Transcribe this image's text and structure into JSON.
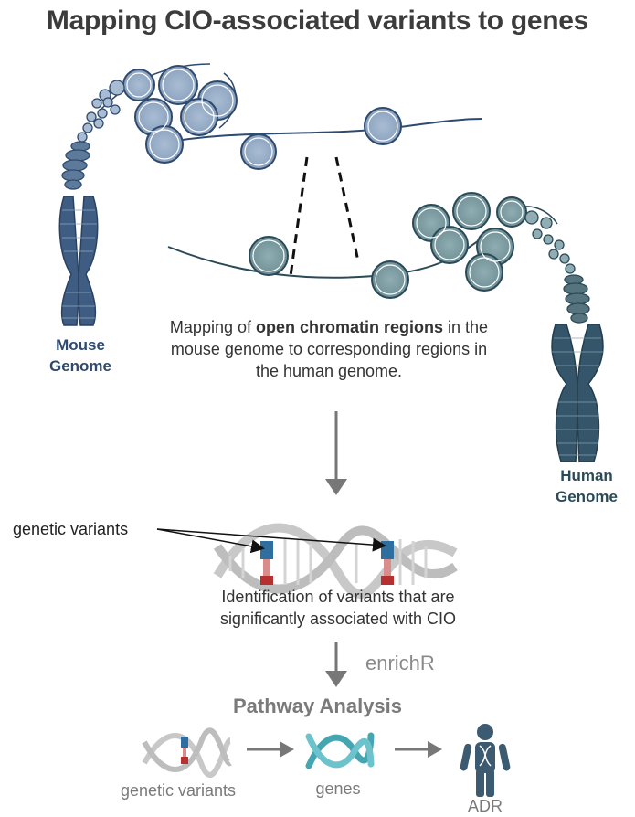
{
  "title": "Mapping CIO-associated variants to genes",
  "mouse_genome": {
    "line1": "Mouse",
    "line2": "Genome"
  },
  "human_genome": {
    "line1": "Human",
    "line2": "Genome"
  },
  "mapping_caption": {
    "line1_pre": "Mapping of ",
    "line1_bold": "open chromatin regions",
    "line1_post": " in the",
    "line2": "mouse genome to corresponding regions in",
    "line3": "the human genome."
  },
  "genetic_variants_label": "genetic variants",
  "identification_caption": {
    "line1": "Identification of variants that are",
    "line2": "significantly associated with CIO"
  },
  "enrichr_label": "enrichR",
  "pathway_title": "Pathway Analysis",
  "flow": {
    "step1": "genetic variants",
    "step2": "genes",
    "step3": "ADR"
  },
  "colors": {
    "mouse_chromosome": "#3f5d82",
    "human_chromosome": "#34556a",
    "nucleosome_mouse": "#9bb0c9",
    "nucleosome_human": "#7f9ea5",
    "dna_gray": "#c8c8c8",
    "variant_blue": "#2f6fa0",
    "variant_red": "#b5302e",
    "genes_teal": "#45a6b2",
    "adr_person": "#3c5a70",
    "arrow_gray": "#777777"
  }
}
